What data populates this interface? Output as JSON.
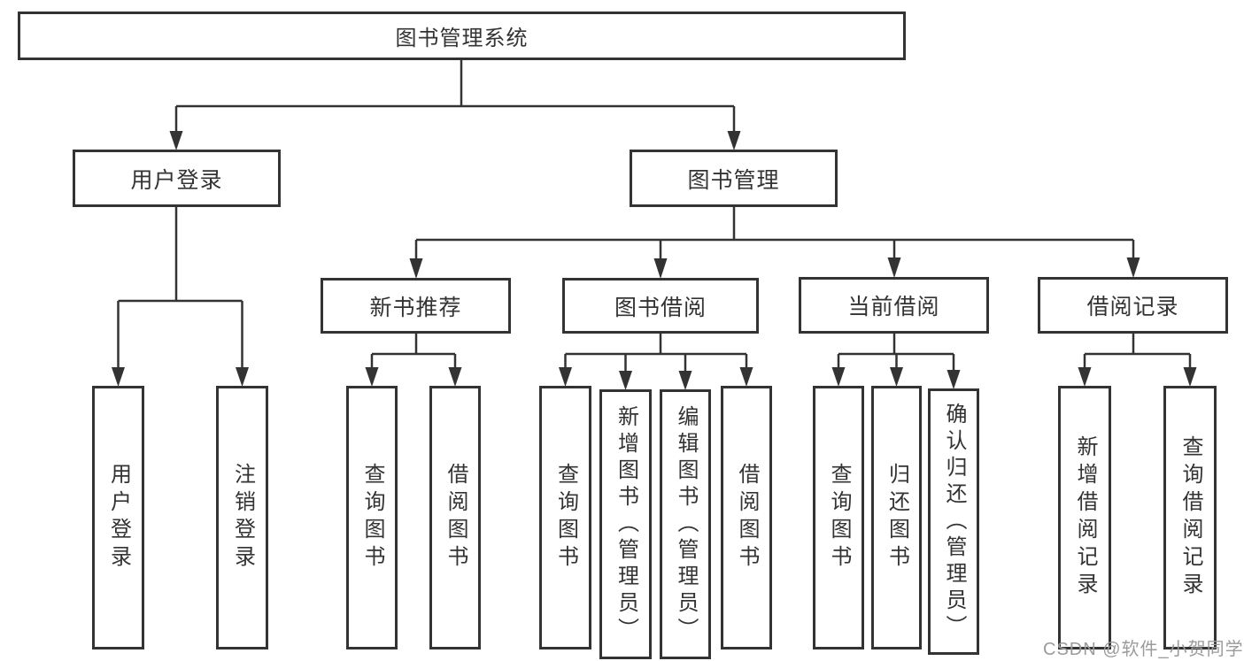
{
  "diagram": {
    "title": "图书管理系统",
    "root": {
      "label": "图书管理系统"
    },
    "level2": [
      {
        "id": "user-login-group",
        "label": "用户登录"
      },
      {
        "id": "book-management",
        "label": "图书管理"
      }
    ],
    "user_login_children": [
      {
        "label": "用户登录"
      },
      {
        "label": "注销登录"
      }
    ],
    "modules": [
      {
        "label": "新书推荐",
        "children": [
          {
            "label": "查询图书"
          },
          {
            "label": "借阅图书"
          }
        ]
      },
      {
        "label": "图书借阅",
        "children": [
          {
            "label": "查询图书"
          },
          {
            "label": "新增图书（管理员）"
          },
          {
            "label": "编辑图书（管理员）"
          },
          {
            "label": "借阅图书"
          }
        ]
      },
      {
        "label": "当前借阅",
        "children": [
          {
            "label": "查询图书"
          },
          {
            "label": "归还图书"
          },
          {
            "label": "确认归还（管理员）"
          }
        ]
      },
      {
        "label": "借阅记录",
        "children": [
          {
            "label": "新增借阅记录"
          },
          {
            "label": "查询借阅记录"
          }
        ]
      }
    ],
    "watermark": "CSDN @软件_小贺同学",
    "colors": {
      "line": "#333333",
      "text": "#333333",
      "box_background": "#ffffff",
      "watermark": "#9b9b9b",
      "background": "#ffffff"
    }
  }
}
